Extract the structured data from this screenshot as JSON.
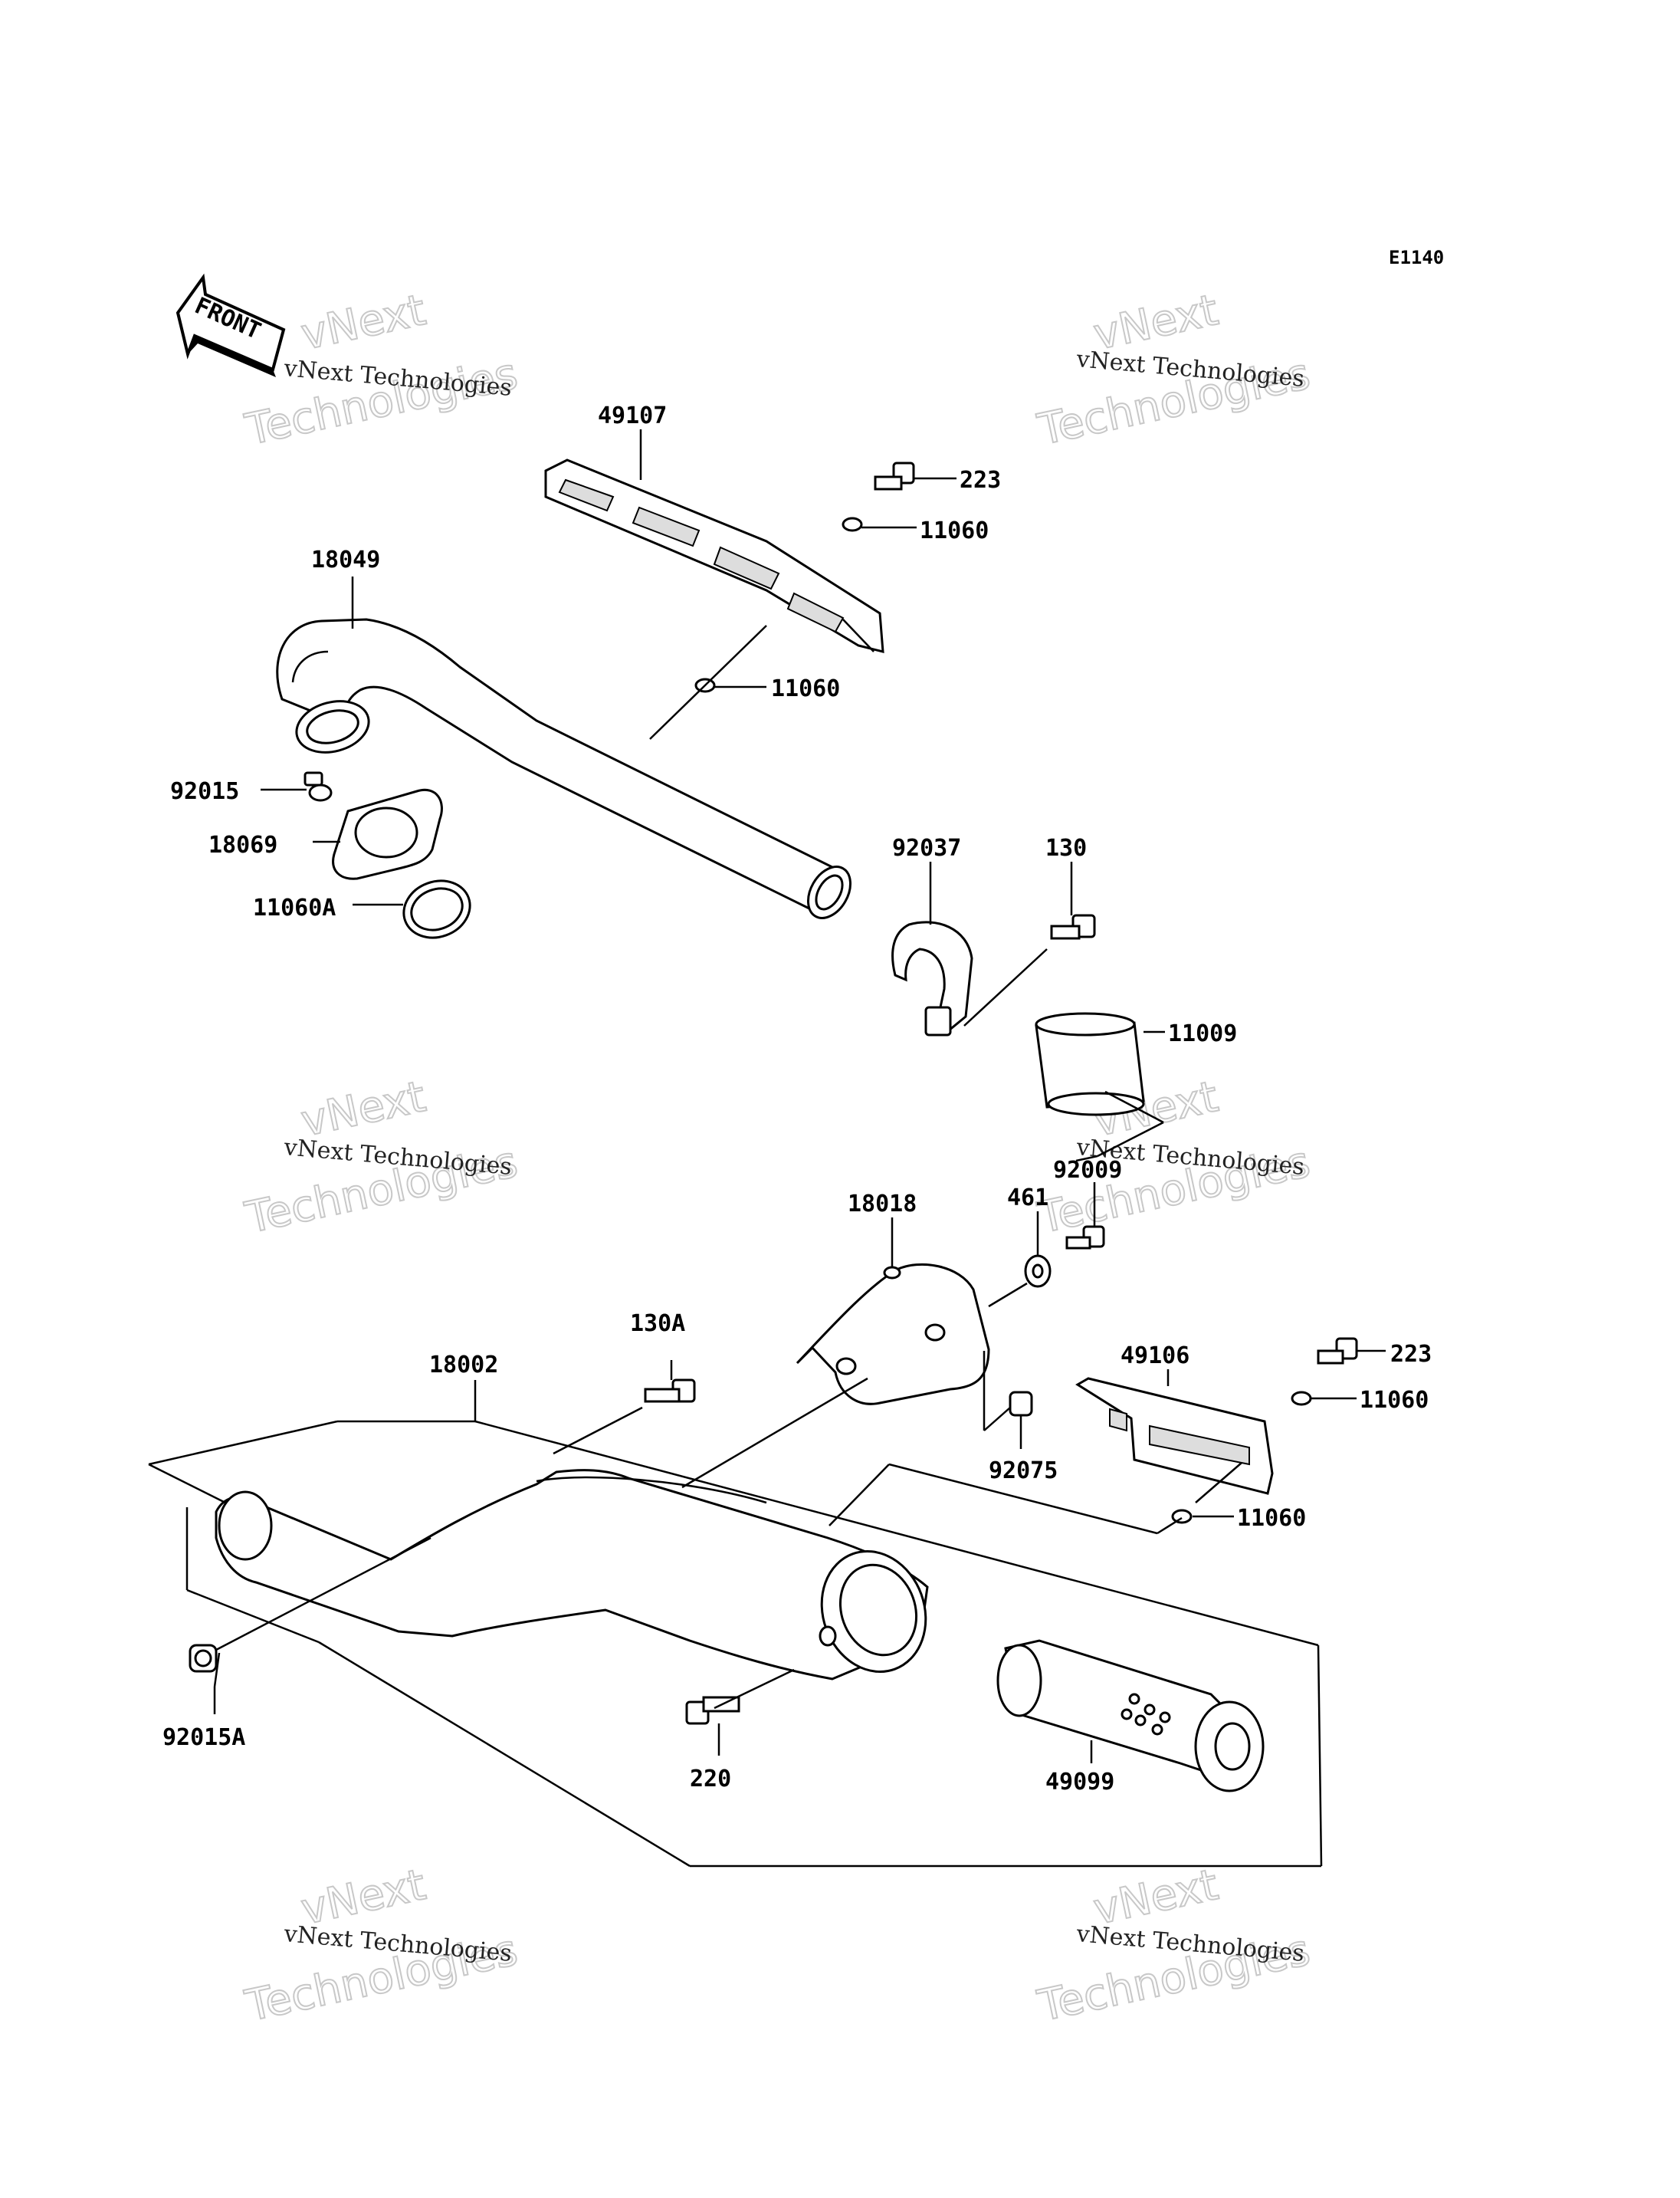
{
  "diagram": {
    "code": "E1140",
    "front_label": "FRONT",
    "watermark": {
      "line1": "vNext Technologies",
      "line2a": "vNext",
      "line2b": "Technologies"
    },
    "parts": {
      "p49107": "49107",
      "p223a": "223",
      "p11060a": "11060",
      "p18049": "18049",
      "p11060b": "11060",
      "p92015": "92015",
      "p18069": "18069",
      "p11060A": "11060A",
      "p92037": "92037",
      "p130": "130",
      "p11009": "11009",
      "p92009": "92009",
      "p18018": "18018",
      "p461": "461",
      "p130A": "130A",
      "p18002": "18002",
      "p49106": "49106",
      "p223b": "223",
      "p11060c": "11060",
      "p92075": "92075",
      "p11060d": "11060",
      "p92015A": "92015A",
      "p220": "220",
      "p49099": "49099"
    }
  }
}
